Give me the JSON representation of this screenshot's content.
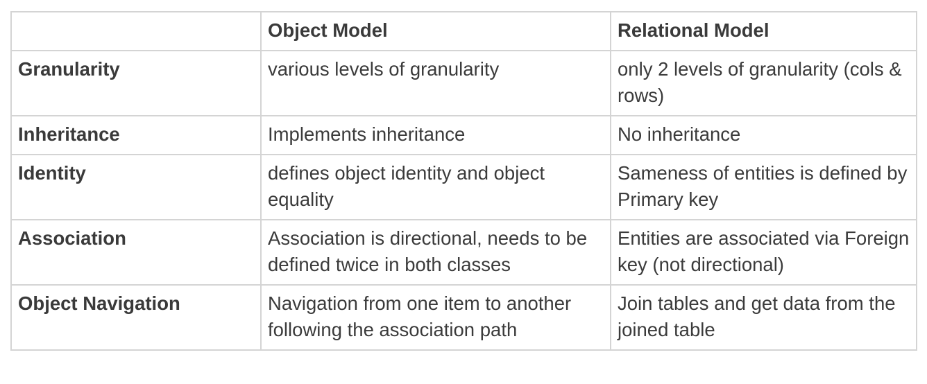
{
  "table": {
    "headers": [
      "",
      "Object Model",
      "Relational Model"
    ],
    "rows": [
      {
        "label": "Granularity",
        "object_model": "various levels of granularity",
        "relational_model": "only 2 levels of granularity (cols & rows)"
      },
      {
        "label": "Inheritance",
        "object_model": "Implements inheritance",
        "relational_model": "No inheritance"
      },
      {
        "label": "Identity",
        "object_model": "defines object identity and object equality",
        "relational_model": "Sameness of entities is defined by Primary key"
      },
      {
        "label": "Association",
        "object_model": "Association is directional, needs to be defined twice in both classes",
        "relational_model": "Entities are associated via Foreign key (not directional)"
      },
      {
        "label": "Object Navigation",
        "object_model": "Navigation from one item to another following the association path",
        "relational_model": "Join tables and get data from the joined table"
      }
    ]
  }
}
